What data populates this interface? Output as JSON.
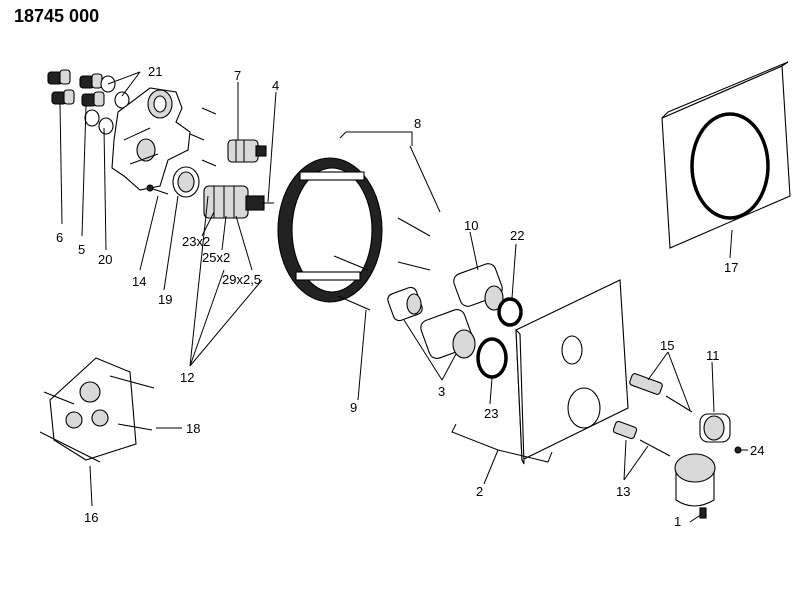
{
  "title": "18745 000",
  "labels": {
    "p1": "1",
    "p2": "2",
    "p3": "3",
    "p4": "4",
    "p5": "5",
    "p6": "6",
    "p7": "7",
    "p8": "8",
    "p9": "9",
    "p10": "10",
    "p11": "11",
    "p12": "12",
    "p13": "13",
    "p14": "14",
    "p15": "15",
    "p16": "16",
    "p17": "17",
    "p18": "18",
    "p19": "19",
    "p20": "20",
    "p21": "21",
    "p22": "22",
    "p23": "23",
    "p24": "24",
    "o23": "23x2",
    "o25": "25x2",
    "o29": "29x2,5"
  }
}
